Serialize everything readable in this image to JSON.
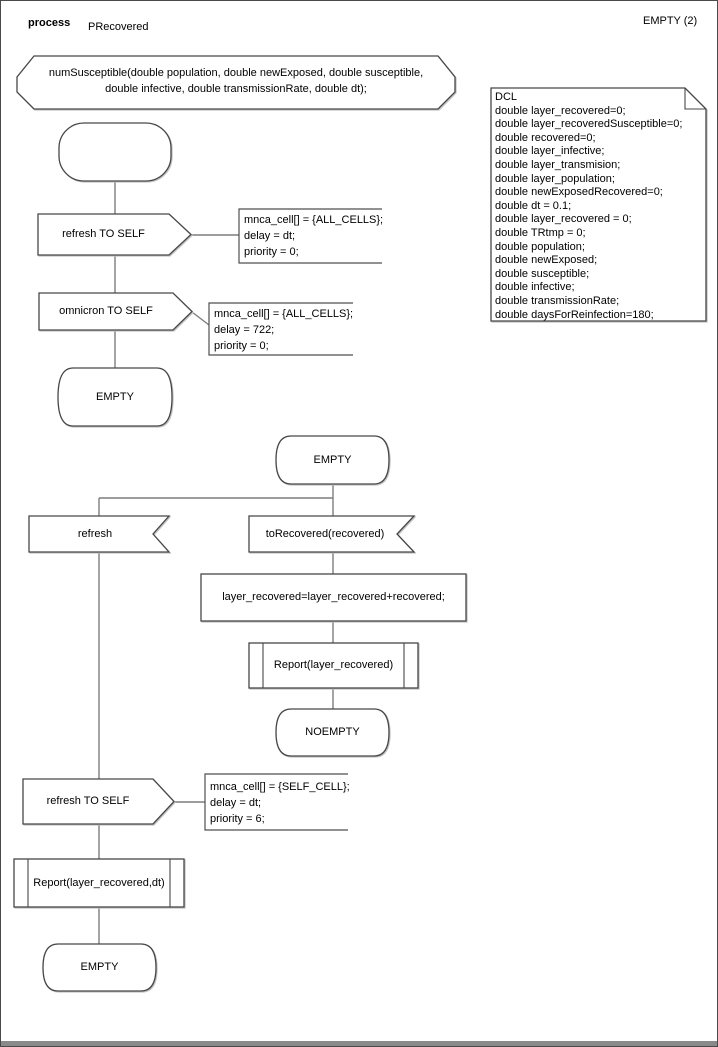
{
  "header": {
    "kind_label": "process",
    "process_name": "PRecovered",
    "page_ref": "EMPTY (2)"
  },
  "signature": {
    "line1": "numSusceptible(double population, double newExposed, double susceptible,",
    "line2": "double infective, double transmissionRate, double dt);"
  },
  "dcl_note": {
    "lines": [
      "DCL",
      "double layer_recovered=0;",
      "double layer_recoveredSusceptible=0;",
      "double recovered=0;",
      "double layer_infective;",
      "double layer_transmision;",
      "double layer_population;",
      "double newExposedRecovered=0;",
      "double dt = 0.1;",
      "double layer_recovered = 0;",
      "double TRtmp = 0;",
      "double population;",
      "double newExposed;",
      "double susceptible;",
      "double infective;",
      "double transmissionRate;",
      "double daysForReinfection=180;"
    ]
  },
  "start_flow": {
    "output_refresh": {
      "label": "refresh TO SELF",
      "comment": [
        "mnca_cell[] = {ALL_CELLS};",
        "delay = dt;",
        "priority = 0;"
      ]
    },
    "output_omnicron": {
      "label": "omnicron TO SELF",
      "comment": [
        "mnca_cell[] = {ALL_CELLS};",
        "delay = 722;",
        "priority = 0;"
      ]
    },
    "next_state": "EMPTY"
  },
  "empty_state_flow": {
    "state": "EMPTY",
    "input_refresh": "refresh",
    "input_to_recovered": "toRecovered(recovered)",
    "task": "layer_recovered=layer_recovered+recovered;",
    "procedure_report": "Report(layer_recovered)",
    "next_state_noempty": "NOEMPTY",
    "output_refresh_self": {
      "label": "refresh TO SELF",
      "comment": [
        "mnca_cell[] = {SELF_CELL};",
        "delay = dt;",
        "priority = 6;"
      ]
    },
    "procedure_report_dt": "Report(layer_recovered,dt)",
    "next_state_empty": "EMPTY"
  },
  "colors": {
    "shape_line": "#474747",
    "connector_line": "#7d7d7d",
    "background": "#ffffff"
  }
}
